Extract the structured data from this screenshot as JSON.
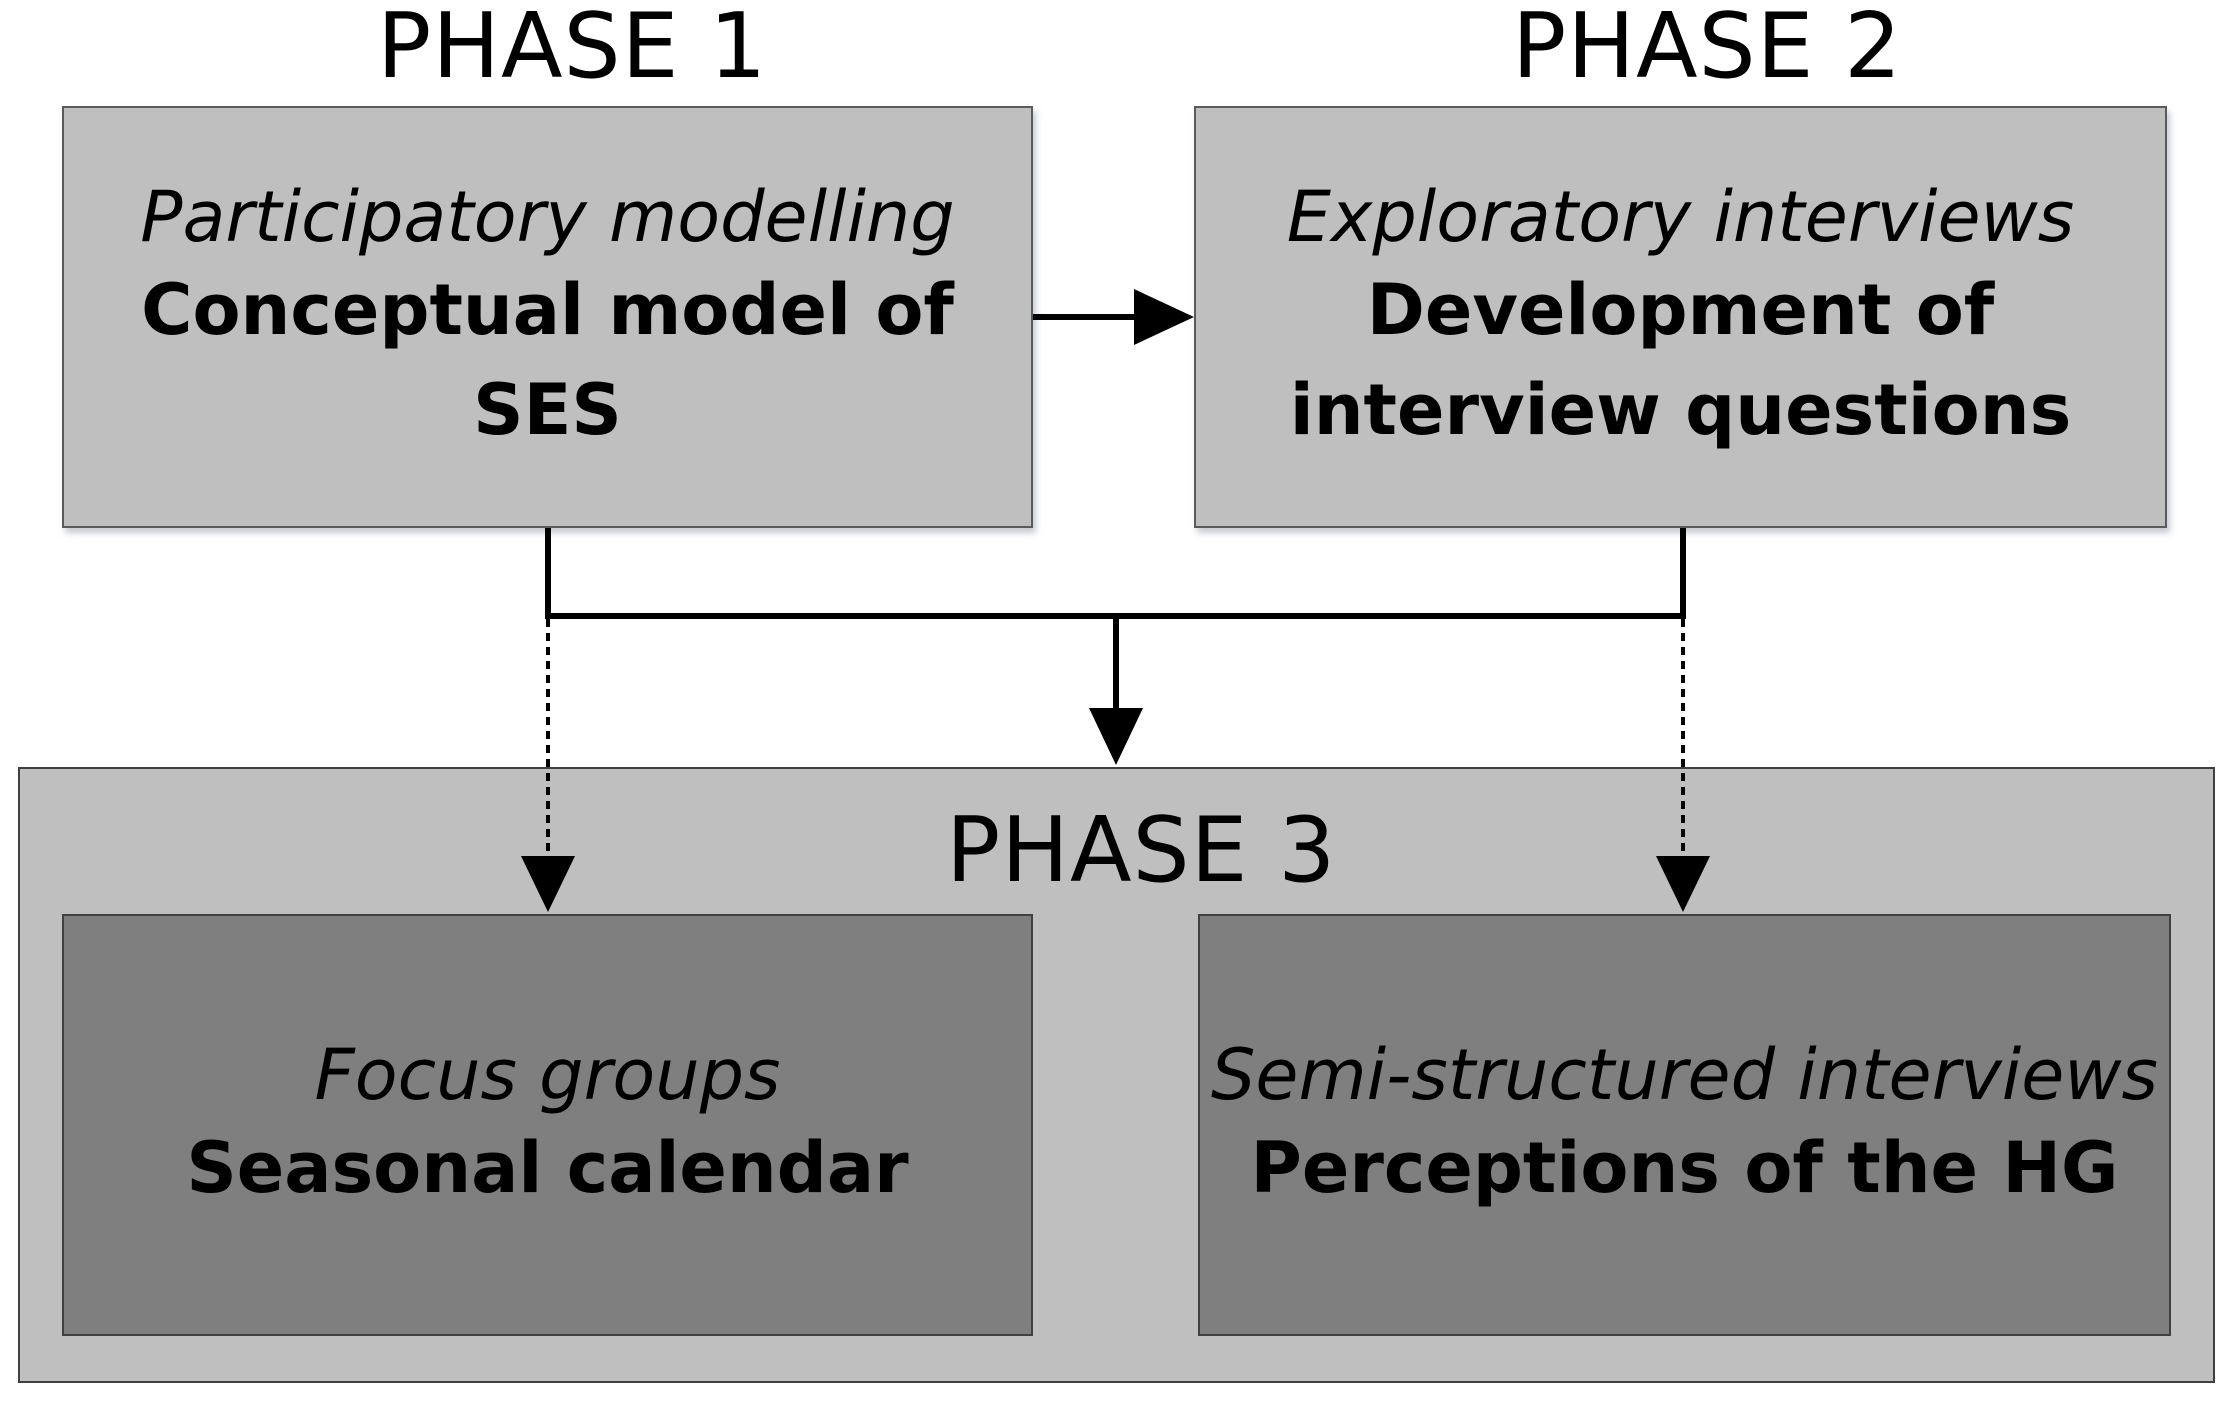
{
  "phase1": {
    "title": "PHASE 1",
    "method": "Participatory modelling",
    "outcome": "Conceptual model of SES"
  },
  "phase2": {
    "title": "PHASE 2",
    "method": "Exploratory interviews",
    "outcome_line1": "Development of",
    "outcome_line2": "interview questions"
  },
  "phase3": {
    "title": "PHASE 3",
    "left": {
      "method": "Focus groups",
      "outcome": "Seasonal calendar"
    },
    "right": {
      "method": "Semi-structured interviews",
      "outcome": "Perceptions of the HG"
    }
  },
  "colors": {
    "light_box": "#bfbfbf",
    "dark_box": "#7f7f7f",
    "line": "#000000"
  }
}
